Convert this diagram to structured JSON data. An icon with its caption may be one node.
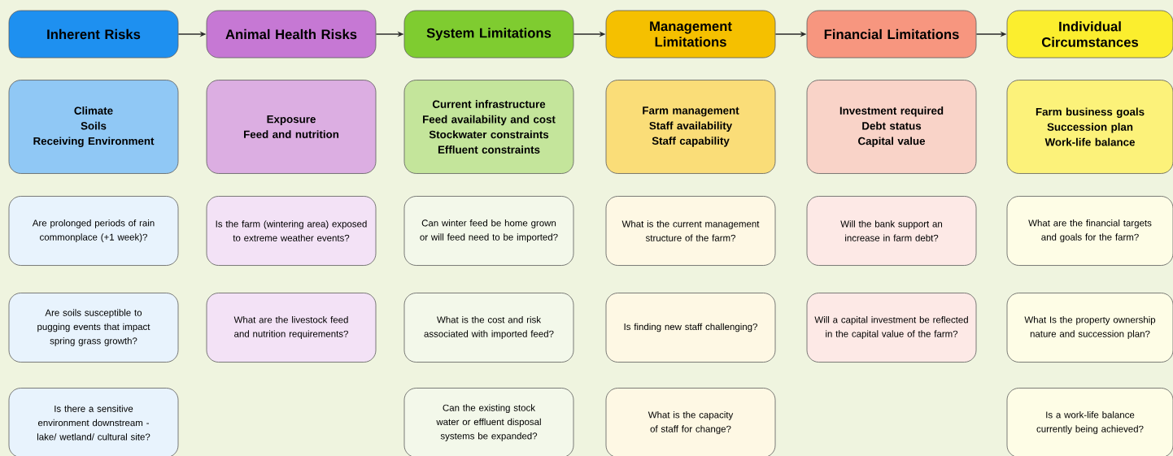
{
  "diagram": {
    "nodes": [
      {
        "text": [
          "Inherent Risks"
        ]
      },
      {
        "text": [
          "Climate",
          "Soils",
          "Receiving Environment"
        ]
      },
      {
        "text": [
          "Are prolonged periods of rain commonplace (+1 week)?"
        ]
      },
      {
        "text": [
          "Are soils susceptible to pugging events that impact spring grass growth?"
        ]
      },
      {
        "text": [
          "Is there a sensitive environment downstream - lake/ wetland/ cultural site?"
        ]
      },
      {
        "text": [
          "Animal Health Risks"
        ]
      },
      {
        "text": [
          "Exposure",
          "Feed and nutrition"
        ]
      },
      {
        "text": [
          "Is the farm (wintering area) exposed to extreme weather events?"
        ]
      },
      {
        "text": [
          "What are the livestock feed and nutrition requirements?"
        ]
      },
      {
        "text": [
          "System Limitations"
        ]
      },
      {
        "text": [
          "Current infrastructure",
          "Feed availability and cost",
          "Stockwater constraints",
          "Effluent constraints"
        ]
      },
      {
        "text": [
          "Can winter feed be home grown or will feed need to be imported?"
        ]
      },
      {
        "text": [
          "What is the cost and risk associated with imported feed?"
        ]
      },
      {
        "text": [
          "Can the existing stock water or effluent disposal systems be expanded?"
        ]
      },
      {
        "text": [
          "Management Limitations"
        ]
      },
      {
        "text": [
          "Farm management",
          "Staff availability",
          "Staff capability"
        ]
      },
      {
        "text": [
          "What is the current management structure of the farm?"
        ]
      },
      {
        "text": [
          "Is finding new staff challenging?"
        ]
      },
      {
        "text": [
          "What is the capacity of staff for change?"
        ]
      },
      {
        "text": [
          "Financial Limitations"
        ]
      },
      {
        "text": [
          "Investment required",
          "Debt status",
          "Capital value"
        ]
      },
      {
        "text": [
          "Will the bank support an increase in farm debt?"
        ]
      },
      {
        "text": [
          "Will a capital investment be reflected in the capital value of the farm?"
        ]
      },
      {
        "text": [
          "Individual Circumstances"
        ]
      },
      {
        "text": [
          "Farm business goals",
          "Succession plan",
          "Work-life balance"
        ]
      },
      {
        "text": [
          "What are the financial targets and goals for the farm?"
        ]
      },
      {
        "text": [
          "What Is the property ownership nature and succession plan?"
        ]
      },
      {
        "text": [
          "Is a work-life balance currently being achieved?"
        ]
      }
    ],
    "edges": [
      {
        "from": 0,
        "to": 5,
        "arrow": "to"
      },
      {
        "from": 5,
        "to": 9,
        "arrow": "to"
      },
      {
        "from": 9,
        "to": 14,
        "arrow": "to"
      },
      {
        "from": 14,
        "to": 19,
        "arrow": "to"
      },
      {
        "from": 19,
        "to": 23,
        "arrow": "to"
      }
    ]
  }
}
